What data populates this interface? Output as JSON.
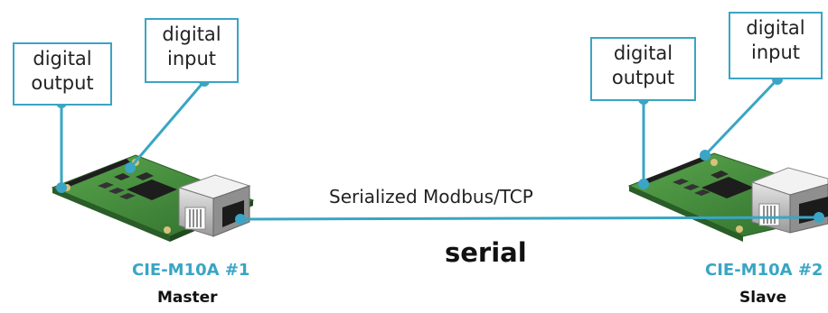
{
  "left_device": {
    "output_label_line1": "digital",
    "output_label_line2": "output",
    "input_label_line1": "digital",
    "input_label_line2": "input",
    "model": "CIE-M10A #1",
    "role": "Master"
  },
  "right_device": {
    "output_label_line1": "digital",
    "output_label_line2": "output",
    "input_label_line1": "digital",
    "input_label_line2": "input",
    "model": "CIE-M10A #2",
    "role": "Slave"
  },
  "link": {
    "protocol_label": "Serialized Modbus/TCP",
    "medium_label": "serial"
  },
  "colors": {
    "accent": "#3aa5c4",
    "pcb": "#3f8a3c",
    "text": "#222222"
  }
}
